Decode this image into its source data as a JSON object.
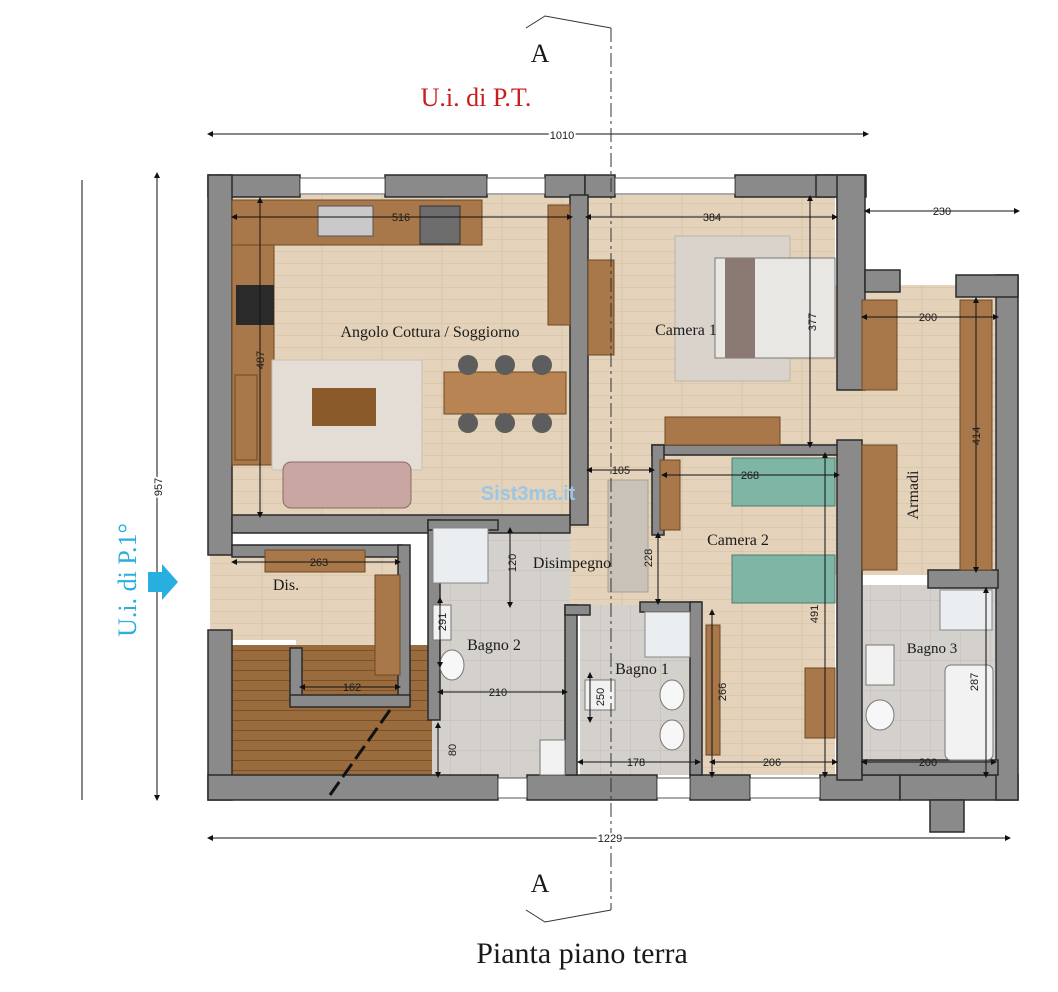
{
  "title": "Pianta piano terra",
  "section_marker": "A",
  "unit_ground": "U.i. di P.T.",
  "unit_first": "U.i. di P.1°",
  "watermark": "Sist3ma.it",
  "colors": {
    "wall": "#8a8a8a",
    "wall_stroke": "#2a2a2a",
    "floor": "#e6d6bf",
    "bath_floor": "#d3cfca",
    "red_label": "#c81e1e",
    "blue_label": "#29aee0",
    "wood": "#a9784a"
  },
  "rooms": {
    "living": "Angolo Cottura / Soggiorno",
    "camera1": "Camera 1",
    "camera2": "Camera 2",
    "disimpegno": "Disimpegno",
    "dis": "Dis.",
    "bagno1": "Bagno 1",
    "bagno2": "Bagno 2",
    "bagno3": "Bagno 3",
    "armadi": "Armadi"
  },
  "dimensions": {
    "overall_top": "1010",
    "overall_bottom": "1229",
    "overall_left": "957",
    "living_width": "516",
    "living_height": "487",
    "camera1_width": "384",
    "camera1_height": "377",
    "right_top": "230",
    "armadi_width": "200",
    "armadi_height": "414",
    "camera2_width": "268",
    "disimpegno_width": "105",
    "disimpegno_h1": "120",
    "disimpegno_h2": "228",
    "camera2_height": "491",
    "dis_width": "263",
    "dis_inner": "162",
    "bagno2_h": "291",
    "bagno2_w": "210",
    "stair_h": "80",
    "bagno1_h": "250",
    "bagno1_w": "178",
    "studio_h": "266",
    "studio_w": "206",
    "bagno3_h": "287",
    "bagno3_w": "200"
  }
}
